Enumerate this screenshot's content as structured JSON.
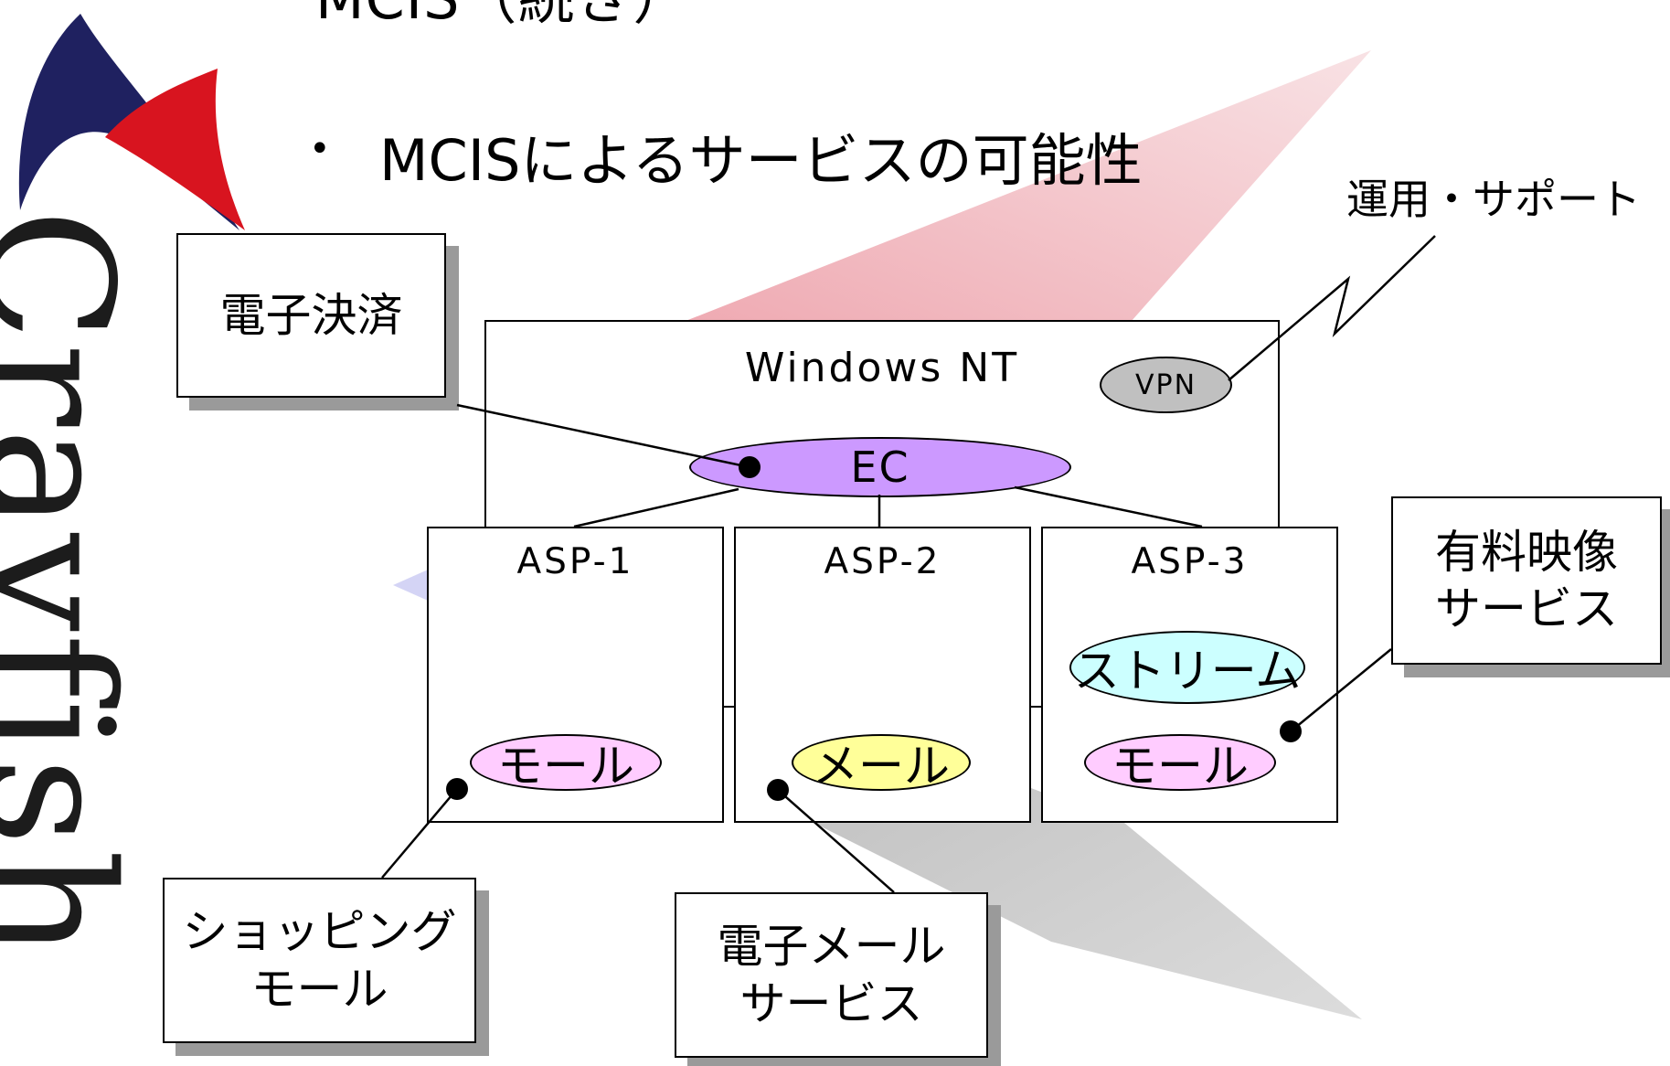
{
  "logo": {
    "text": "Crayfish",
    "colors": {
      "navy": "#1f2160",
      "red": "#d8141f",
      "black": "#111111"
    }
  },
  "slide": {
    "title": "MCIS（続き）",
    "bullet": "MCISによるサービスの可能性"
  },
  "diagram": {
    "os_label": "Windows NT",
    "vpn_label": "VPN",
    "ec_label": "EC",
    "operations_label": "運用・サポート",
    "asp_boxes": [
      {
        "label": "ASP-1",
        "service": "モール"
      },
      {
        "label": "ASP-2",
        "service": "メール"
      },
      {
        "label": "ASP-3",
        "stream": "ストリーム",
        "service": "モール"
      }
    ],
    "callouts": {
      "payment": "電子決済",
      "shopping": [
        "ショッピング",
        "モール"
      ],
      "email": [
        "電子メール",
        "サービス"
      ],
      "video": [
        "有料映像",
        "サービス"
      ]
    },
    "colors": {
      "ec_fill": "#cc99ff",
      "vpn_fill": "#c0c0c0",
      "mall_fill": "#ffccff",
      "mail_fill": "#ffff99",
      "stream_fill": "#ccffff",
      "shadow": "#9a9a9a"
    }
  }
}
